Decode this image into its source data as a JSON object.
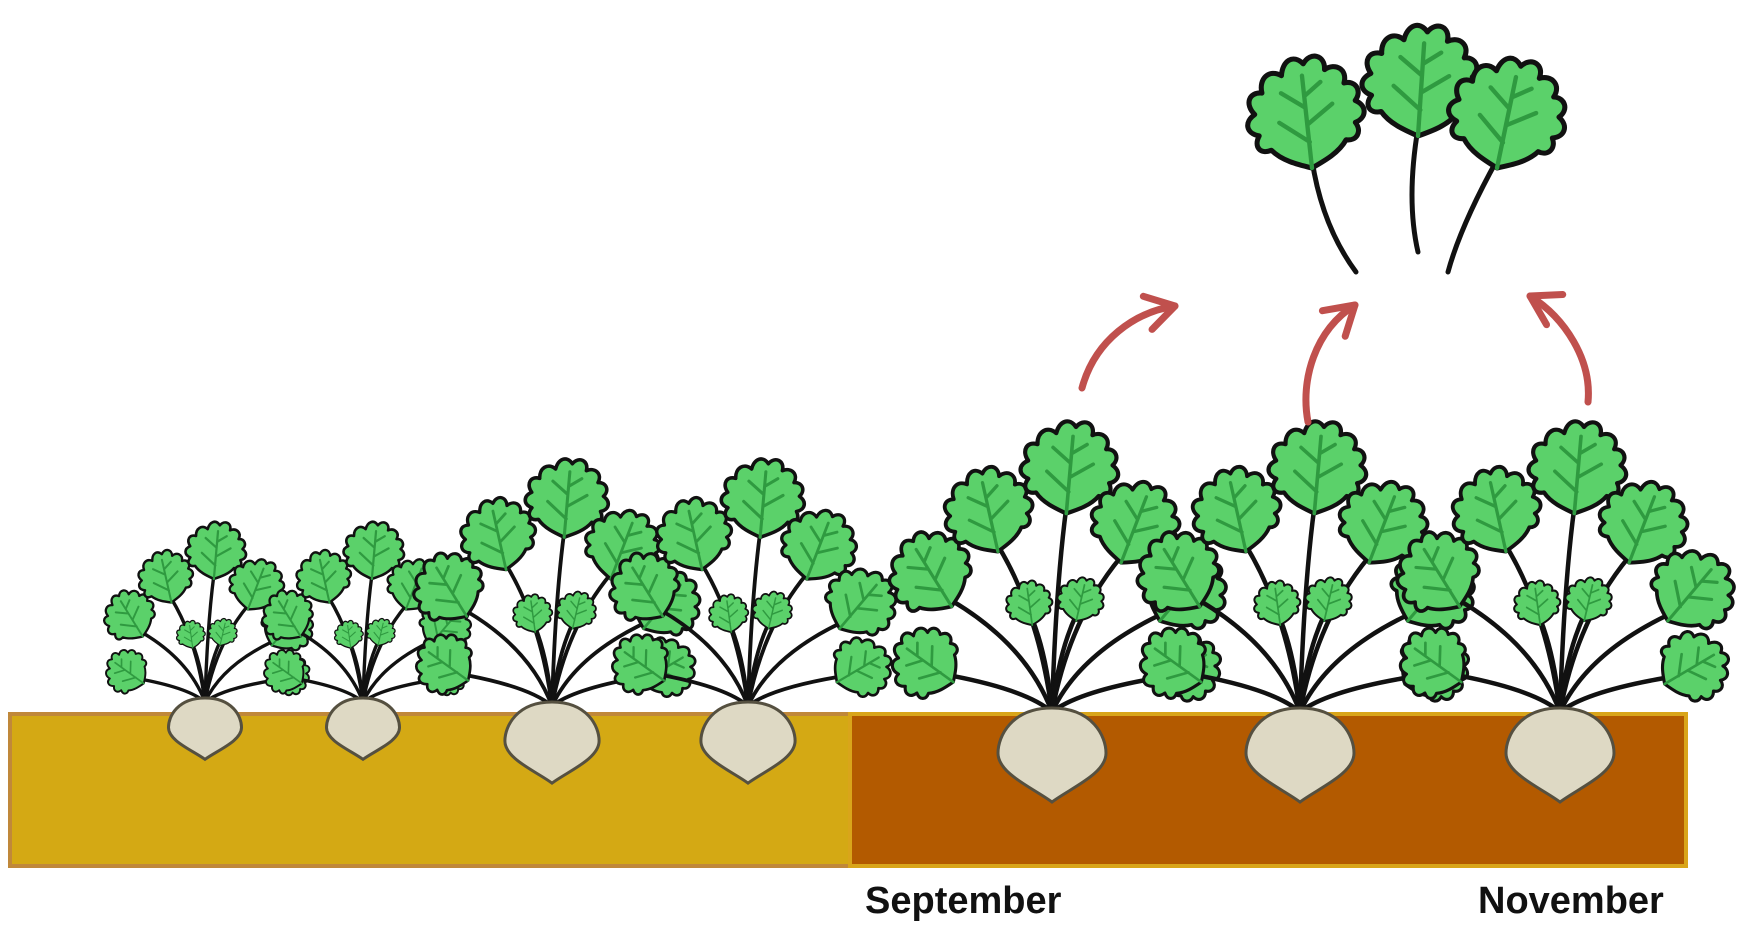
{
  "labels": {
    "start": "September",
    "end": "November"
  },
  "colors": {
    "soil_early": "#D4A914",
    "soil_late": "#B35A00",
    "soil_early_border": "#C0883A",
    "soil_late_border": "#D9A51A",
    "leaf_fill": "#5BD16A",
    "leaf_vein": "#2F9A40",
    "outline": "#111111",
    "root_fill": "#DED9C4",
    "root_outline": "#555040",
    "arrow": "#C0504D"
  },
  "plants": [
    {
      "stage": "young",
      "size": 0.62
    },
    {
      "stage": "young",
      "size": 0.62
    },
    {
      "stage": "growing",
      "size": 0.85
    },
    {
      "stage": "growing",
      "size": 0.85
    },
    {
      "stage": "mature",
      "size": 1.0
    },
    {
      "stage": "mature",
      "size": 1.0
    },
    {
      "stage": "mature",
      "size": 1.0
    }
  ],
  "harvested_leaves": 3,
  "arrows": 3
}
